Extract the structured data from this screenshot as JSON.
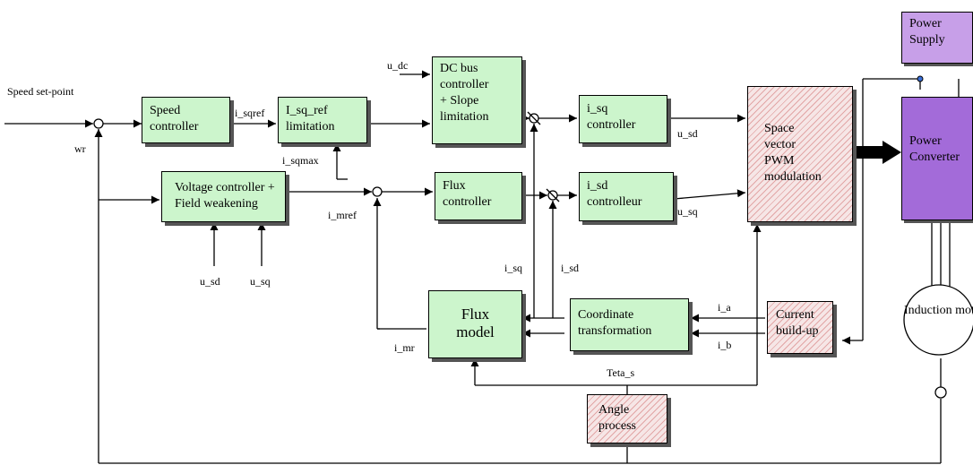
{
  "blocks": {
    "speed_controller": [
      "Speed",
      "controller"
    ],
    "isq_ref_limitation": [
      "I_sq_ref",
      "limitation"
    ],
    "dc_bus_controller": [
      "DC bus",
      "controller",
      "+ Slope",
      "limitation"
    ],
    "isq_controller": [
      "i_sq",
      "controller"
    ],
    "voltage_controller": [
      "Voltage controller +",
      "Field weakening"
    ],
    "flux_controller": [
      "Flux",
      "controller"
    ],
    "isd_controller": [
      "i_sd",
      "controlleur"
    ],
    "space_vector_pwm": [
      "Space",
      "vector",
      "PWM",
      "modulation"
    ],
    "power_supply": [
      "Power",
      "Supply"
    ],
    "power_converter": [
      "Power",
      "Converter"
    ],
    "flux_model": [
      "Flux",
      "model"
    ],
    "coordinate_transformation": [
      "Coordinate",
      "transformation"
    ],
    "current_buildup": [
      "Current",
      "build-up"
    ],
    "induction_motor": [
      "Induction",
      "motor"
    ],
    "angle_process": [
      "Angle",
      "process"
    ]
  },
  "signals": {
    "speed_setpoint": [
      "Speed",
      "set-point"
    ],
    "wr": "wr",
    "i_sqref": "i_sqref",
    "i_sqmax": "i_sqmax",
    "u_dc": "u_dc",
    "i_mref": "i_mref",
    "u_sd_out": "u_sd",
    "u_sq_out": "u_sq",
    "u_sd_in": "u_sd",
    "u_sq_in": "u_sq",
    "i_sq": "i_sq",
    "i_sd": "i_sd",
    "i_a": "i_a",
    "i_b": "i_b",
    "i_mr": "i_mr",
    "teta_s": "Teta_s"
  }
}
